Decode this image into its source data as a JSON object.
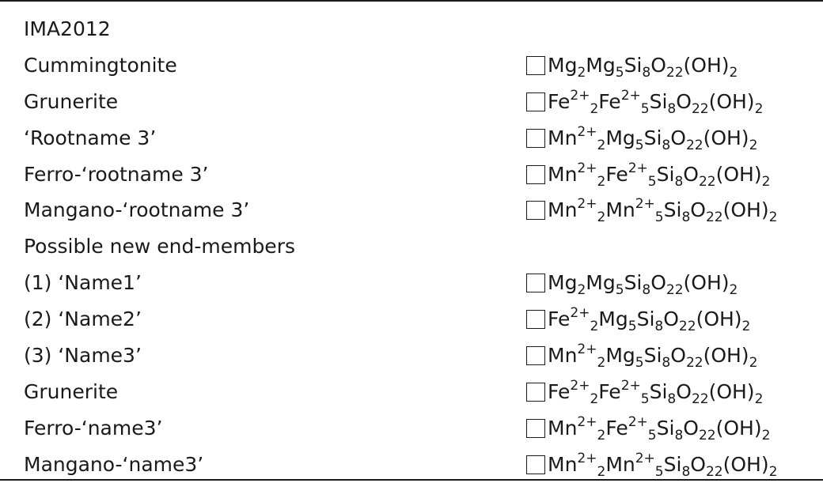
{
  "rows": [
    {
      "name": "IMA2012",
      "formula": []
    },
    {
      "name": "Cummingtonite",
      "formula": [
        [
          "Mg",
          ""
        ],
        [
          "2",
          "sub"
        ],
        [
          "Mg",
          ""
        ],
        [
          "5",
          "sub"
        ],
        [
          "Si",
          ""
        ],
        [
          "8",
          "sub"
        ],
        [
          "O",
          ""
        ],
        [
          "22",
          "sub"
        ],
        [
          "(OH)",
          ""
        ],
        [
          "2",
          "sub"
        ]
      ]
    },
    {
      "name": "Grunerite",
      "formula": [
        [
          "Fe",
          ""
        ],
        [
          "2+",
          "sup"
        ],
        [
          "2",
          "sub"
        ],
        [
          "Fe",
          ""
        ],
        [
          "2+",
          "sup"
        ],
        [
          "5",
          "sub"
        ],
        [
          "Si",
          ""
        ],
        [
          "8",
          "sub"
        ],
        [
          "O",
          ""
        ],
        [
          "22",
          "sub"
        ],
        [
          "(OH)",
          ""
        ],
        [
          "2",
          "sub"
        ]
      ]
    },
    {
      "name": "‘Rootname 3’",
      "formula": [
        [
          "Mn",
          ""
        ],
        [
          "2+",
          "sup"
        ],
        [
          "2",
          "sub"
        ],
        [
          "Mg",
          ""
        ],
        [
          "5",
          "sub"
        ],
        [
          "Si",
          ""
        ],
        [
          "8",
          "sub"
        ],
        [
          "O",
          ""
        ],
        [
          "22",
          "sub"
        ],
        [
          "(OH)",
          ""
        ],
        [
          "2",
          "sub"
        ]
      ]
    },
    {
      "name": "Ferro-‘rootname 3’",
      "formula": [
        [
          "Mn",
          ""
        ],
        [
          "2+",
          "sup"
        ],
        [
          "2",
          "sub"
        ],
        [
          "Fe",
          ""
        ],
        [
          "2+",
          "sup"
        ],
        [
          "5",
          "sub"
        ],
        [
          "Si",
          ""
        ],
        [
          "8",
          "sub"
        ],
        [
          "O",
          ""
        ],
        [
          "22",
          "sub"
        ],
        [
          "(OH)",
          ""
        ],
        [
          "2",
          "sub"
        ]
      ]
    },
    {
      "name": "Mangano-‘rootname 3’",
      "formula": [
        [
          "Mn",
          ""
        ],
        [
          "2+",
          "sup"
        ],
        [
          "2",
          "sub"
        ],
        [
          "Mn",
          ""
        ],
        [
          "2+",
          "sup"
        ],
        [
          "5",
          "sub"
        ],
        [
          "Si",
          ""
        ],
        [
          "8",
          "sub"
        ],
        [
          "O",
          ""
        ],
        [
          "22",
          "sub"
        ],
        [
          "(OH)",
          ""
        ],
        [
          "2",
          "sub"
        ]
      ]
    },
    {
      "name": "Possible new end-members",
      "formula": []
    },
    {
      "name": "(1) ‘Name1’",
      "formula": [
        [
          "Mg",
          ""
        ],
        [
          "2",
          "sub"
        ],
        [
          "Mg",
          ""
        ],
        [
          "5",
          "sub"
        ],
        [
          "Si",
          ""
        ],
        [
          "8",
          "sub"
        ],
        [
          "O",
          ""
        ],
        [
          "22",
          "sub"
        ],
        [
          "(OH)",
          ""
        ],
        [
          "2",
          "sub"
        ]
      ]
    },
    {
      "name": "(2) ‘Name2’",
      "formula": [
        [
          "Fe",
          ""
        ],
        [
          "2+",
          "sup"
        ],
        [
          "2",
          "sub"
        ],
        [
          "Mg",
          ""
        ],
        [
          "5",
          "sub"
        ],
        [
          "Si",
          ""
        ],
        [
          "8",
          "sub"
        ],
        [
          "O",
          ""
        ],
        [
          "22",
          "sub"
        ],
        [
          "(OH)",
          ""
        ],
        [
          "2",
          "sub"
        ]
      ]
    },
    {
      "name": "(3) ‘Name3’",
      "formula": [
        [
          "Mn",
          ""
        ],
        [
          "2+",
          "sup"
        ],
        [
          "2",
          "sub"
        ],
        [
          "Mg",
          ""
        ],
        [
          "5",
          "sub"
        ],
        [
          "Si",
          ""
        ],
        [
          "8",
          "sub"
        ],
        [
          "O",
          ""
        ],
        [
          "22",
          "sub"
        ],
        [
          "(OH)",
          ""
        ],
        [
          "2",
          "sub"
        ]
      ]
    },
    {
      "name": "Grunerite",
      "formula": [
        [
          "Fe",
          ""
        ],
        [
          "2+",
          "sup"
        ],
        [
          "2",
          "sub"
        ],
        [
          "Fe",
          ""
        ],
        [
          "2+",
          "sup"
        ],
        [
          "5",
          "sub"
        ],
        [
          "Si",
          ""
        ],
        [
          "8",
          "sub"
        ],
        [
          "O",
          ""
        ],
        [
          "22",
          "sub"
        ],
        [
          "(OH)",
          ""
        ],
        [
          "2",
          "sub"
        ]
      ]
    },
    {
      "name": "Ferro-‘name3’",
      "formula": [
        [
          "Mn",
          ""
        ],
        [
          "2+",
          "sup"
        ],
        [
          "2",
          "sub"
        ],
        [
          "Fe",
          ""
        ],
        [
          "2+",
          "sup"
        ],
        [
          "5",
          "sub"
        ],
        [
          "Si",
          ""
        ],
        [
          "8",
          "sub"
        ],
        [
          "O",
          ""
        ],
        [
          "22",
          "sub"
        ],
        [
          "(OH)",
          ""
        ],
        [
          "2",
          "sub"
        ]
      ]
    },
    {
      "name": "Mangano-‘name3’",
      "formula": [
        [
          "Mn",
          ""
        ],
        [
          "2+",
          "sup"
        ],
        [
          "2",
          "sub"
        ],
        [
          "Mn",
          ""
        ],
        [
          "2+",
          "sup"
        ],
        [
          "5",
          "sub"
        ],
        [
          "Si",
          ""
        ],
        [
          "8",
          "sub"
        ],
        [
          "O",
          ""
        ],
        [
          "22",
          "sub"
        ],
        [
          "(OH)",
          ""
        ],
        [
          "2",
          "sub"
        ]
      ]
    }
  ]
}
